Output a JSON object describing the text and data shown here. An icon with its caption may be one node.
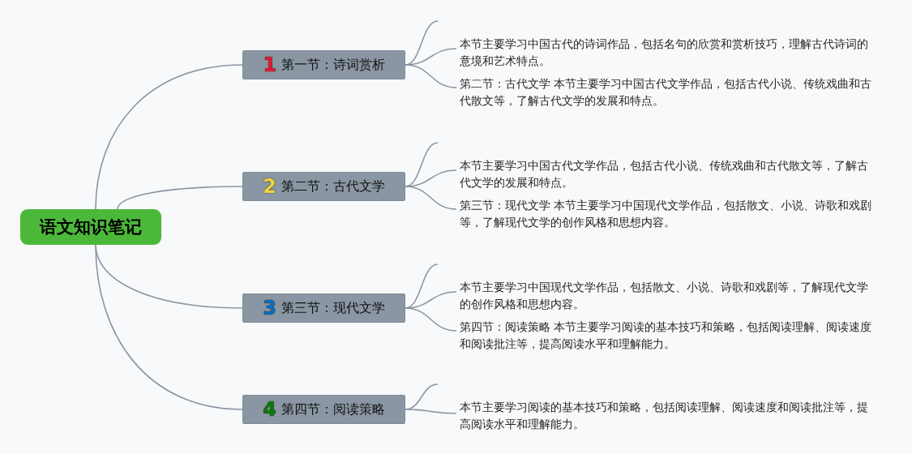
{
  "diagram": {
    "nodes": [
      {
        "text": [
          "语文知识笔记"
        ]
      },
      {
        "text": [
          "1",
          "第一节：诗词赏析"
        ]
      },
      {
        "text": [
          "本节主要学习中国古代的诗词作品，包括名句的欣赏和赏析技巧，理解古代诗词的意境和艺术特点。"
        ]
      },
      {
        "text": [
          "第二节：古代文学 本节主要学习中国古代文学作品，包括古代小说、传统戏曲和古代散文等，了解古代文学的发展和特点。"
        ]
      },
      {
        "text": [
          "2",
          "第二节：古代文学"
        ]
      },
      {
        "text": [
          "本节主要学习中国古代文学作品，包括古代小说、传统戏曲和古代散文等，了解古代文学的发展和特点。"
        ]
      },
      {
        "text": [
          "第三节：现代文学 本节主要学习中国现代文学作品，包括散文、小说、诗歌和戏剧等，了解现代文学的创作风格和思想内容。"
        ]
      },
      {
        "text": [
          "3",
          "第三节：现代文学"
        ]
      },
      {
        "text": [
          "本节主要学习中国现代文学作品，包括散文、小说、诗歌和戏剧等，了解现代文学的创作风格和思想内容。"
        ]
      },
      {
        "text": [
          "第四节：阅读策略 本节主要学习阅读的基本技巧和策略，包括阅读理解、阅读速度和阅读批注等，提高阅读水平和理解能力。"
        ]
      },
      {
        "text": [
          "4",
          "第四节：阅读策略"
        ]
      },
      {
        "text": [
          "本节主要学习阅读的基本技巧和策略，包括阅读理解、阅读速度和阅读批注等，提高阅读水平和理解能力。"
        ]
      }
    ],
    "edges": [
      {
        "from": 0,
        "to": 1,
        "arrow": "none"
      },
      {
        "from": 0,
        "to": 4,
        "arrow": "none"
      },
      {
        "from": 0,
        "to": 7,
        "arrow": "none"
      },
      {
        "from": 0,
        "to": 10,
        "arrow": "none"
      },
      {
        "from": 1,
        "to": null,
        "arrow": "none"
      },
      {
        "from": 1,
        "to": 2,
        "arrow": "none"
      },
      {
        "from": 1,
        "to": 3,
        "arrow": "none"
      },
      {
        "from": 4,
        "to": null,
        "arrow": "none"
      },
      {
        "from": 4,
        "to": 5,
        "arrow": "none"
      },
      {
        "from": 4,
        "to": 6,
        "arrow": "none"
      },
      {
        "from": 7,
        "to": null,
        "arrow": "none"
      },
      {
        "from": 7,
        "to": 8,
        "arrow": "none"
      },
      {
        "from": 7,
        "to": 9,
        "arrow": "none"
      },
      {
        "from": 10,
        "to": null,
        "arrow": "none"
      },
      {
        "from": 10,
        "to": 11,
        "arrow": "none"
      }
    ]
  }
}
